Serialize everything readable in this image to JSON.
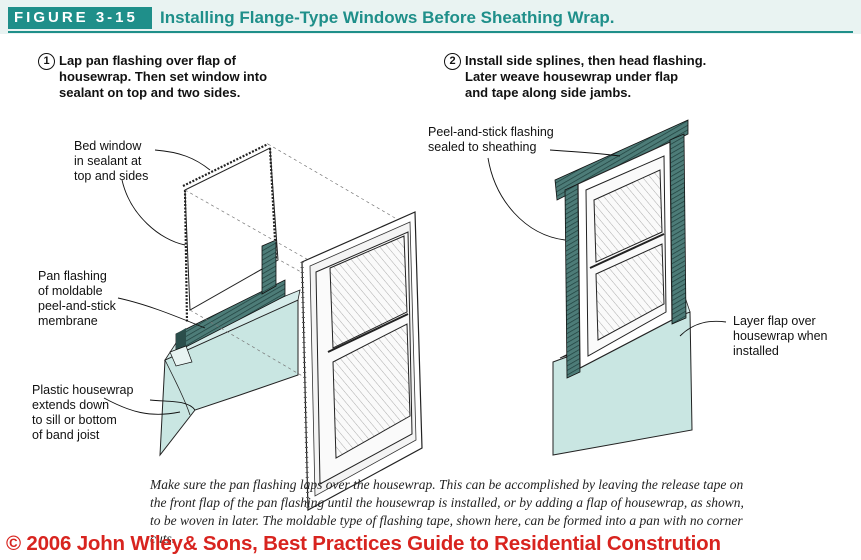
{
  "header": {
    "figure_tag": "FIGURE 3-15",
    "title": "Installing Flange-Type Windows Before Sheathing Wrap.",
    "accent_color": "#1f8f8a",
    "band_color": "#e9f3f2"
  },
  "steps": [
    {
      "number": "1",
      "text": "Lap pan flashing over flap of\nhousewrap. Then set window into\nsealant on top and two sides."
    },
    {
      "number": "2",
      "text": "Install side splines, then head flashing.\nLater weave housewrap under flap\nand tape along side jambs."
    }
  ],
  "labels": {
    "bed_window": "Bed window\nin sealant at\ntop and sides",
    "pan_flashing": "Pan flashing\nof moldable\npeel-and-stick\nmembrane",
    "plastic_housewrap": "Plastic housewrap\nextends down\nto sill or bottom\nof band joist",
    "peel_and_stick": "Peel-and-stick flashing\nsealed to sheathing",
    "layer_flap": "Layer flap over\nhousewrap when\ninstalled"
  },
  "caption": "Make sure the pan flashing laps over the housewrap. This can be accomplished by leaving the release tape on the front flap of the pan flashing until the housewrap is installed, or by adding a flap of housewrap, as shown, to be woven in later. The moldable type of flashing tape, shown here, can be formed into a pan with no corner cuts.",
  "copyright": "© 2006 John Wiley& Sons, Best Practices Guide to Residential Constrution",
  "colors": {
    "housewrap": "#c9e6e2",
    "flashing": "#3f6d69",
    "copyright": "#d8241f"
  }
}
